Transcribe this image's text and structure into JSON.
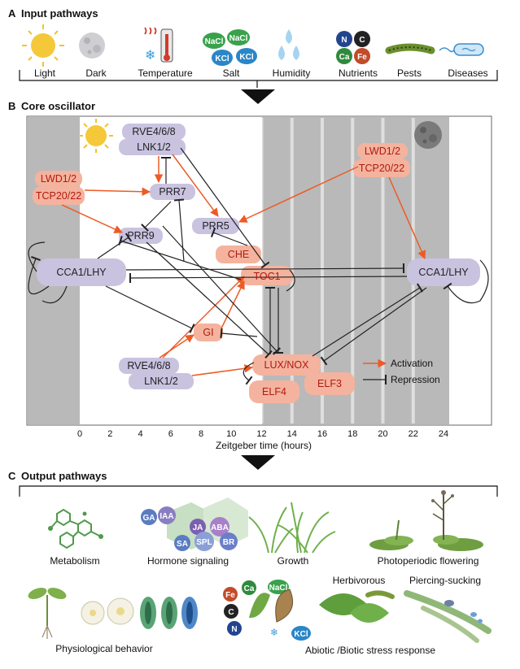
{
  "sections": {
    "a_letter": "A",
    "a_title": "Input pathways",
    "b_letter": "B",
    "b_title": "Core oscillator",
    "c_letter": "C",
    "c_title": "Output pathways"
  },
  "inputs": [
    "Light",
    "Dark",
    "Temperature",
    "Salt",
    "Humidity",
    "Nutrients",
    "Pests",
    "Diseases"
  ],
  "salt_icons": [
    "NaCl",
    "NaCl",
    "KCl",
    "KCl"
  ],
  "nutrient_icons": [
    "N",
    "C",
    "Ca",
    "Fe"
  ],
  "nodes": {
    "rve_top": "RVE4/6/8",
    "lnk_top": "LNK1/2",
    "lwd_left": "LWD1/2",
    "tcp_left": "TCP20/22",
    "lwd_right": "LWD1/2",
    "tcp_right": "TCP20/22",
    "prr7": "PRR7",
    "prr9": "PRR9",
    "prr5": "PRR5",
    "che": "CHE",
    "toc1": "TOC1",
    "cca_left": "CCA1/LHY",
    "cca_right": "CCA1/LHY",
    "gi": "GI",
    "rve_bottom": "RVE4/6/8",
    "lnk_bottom": "LNK1/2",
    "lux": "LUX/NOX",
    "elf3": "ELF3",
    "elf4": "ELF4"
  },
  "legend": {
    "activation": "Activation",
    "repression": "Repression"
  },
  "axis": {
    "ticks": [
      "0",
      "2",
      "4",
      "6",
      "8",
      "10",
      "12",
      "14",
      "16",
      "18",
      "20",
      "22",
      "24"
    ],
    "label": "Zeitgeber time (hours)"
  },
  "outputs": {
    "metabolism": "Metabolism",
    "hormone": "Hormone signaling",
    "growth": "Growth",
    "flowering": "Photoperiodic flowering",
    "physiology": "Physiological behavior",
    "stress": "Abiotic /Biotic stress response",
    "herbivorous": "Herbivorous",
    "piercing": "Piercing-sucking"
  },
  "hormone_icons": [
    "GA",
    "IAA",
    "JA",
    "ABA",
    "SA",
    "SPL",
    "BR"
  ],
  "stress_icons": [
    "Fe",
    "Ca",
    "C",
    "N",
    "NaCl",
    "KCl"
  ],
  "colors": {
    "activation": "#ee5a24",
    "repression": "#222222",
    "purple_node": "#c9c3e0",
    "red_node": "#f4b39e",
    "night": "#b9b9b9"
  }
}
